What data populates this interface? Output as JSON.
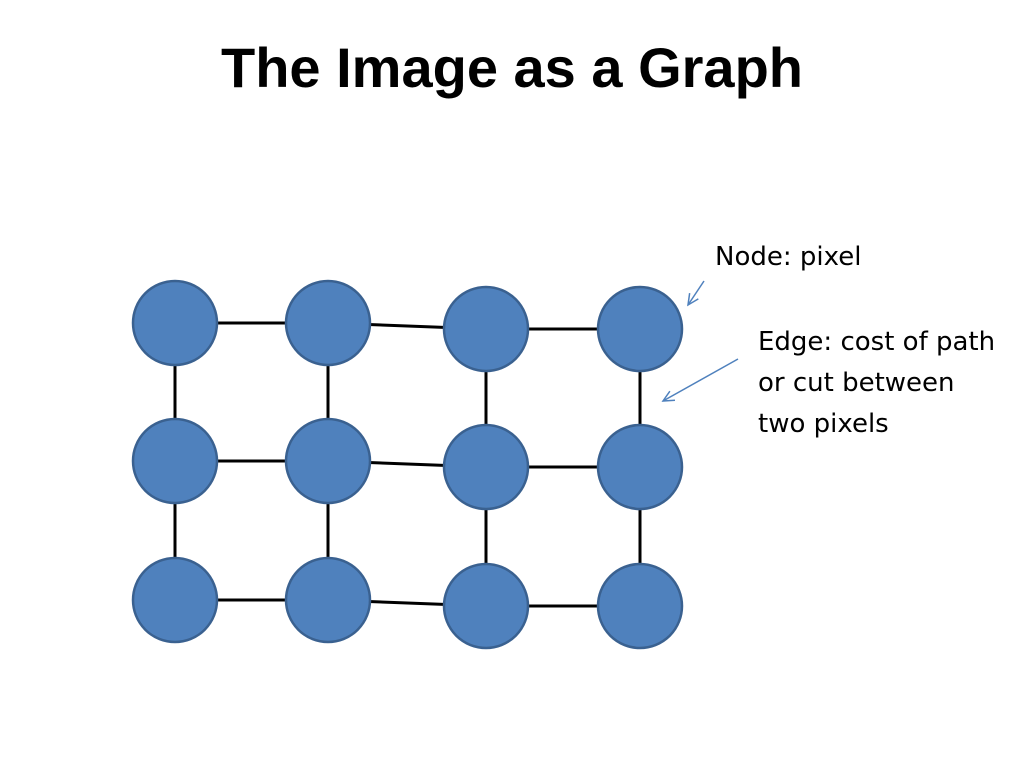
{
  "title": "The Image as a Graph",
  "node_label": "Node: pixel",
  "edge_label": "Edge: cost of path or cut between two pixels",
  "colors": {
    "node_fill": "#4f81bd",
    "node_stroke": "#3a6190",
    "edge_line": "#000000",
    "arrow": "#4f81bd"
  }
}
